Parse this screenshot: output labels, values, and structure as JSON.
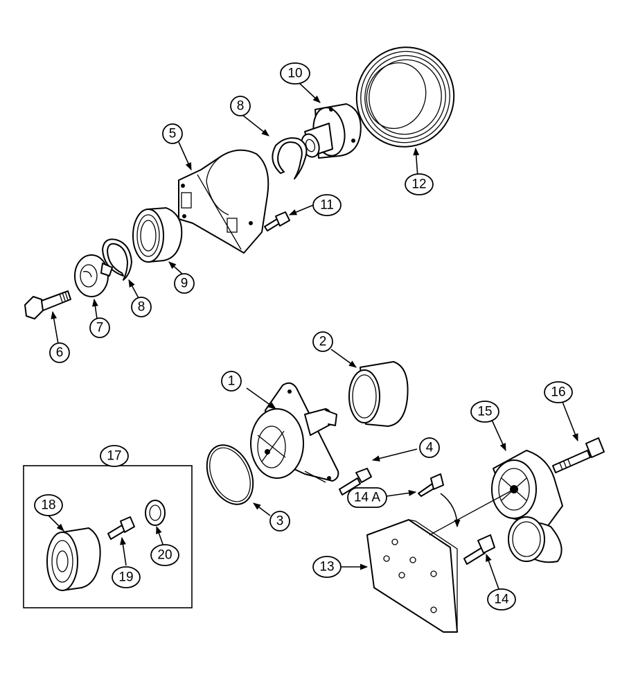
{
  "callouts": {
    "c1": "1",
    "c2": "2",
    "c3": "3",
    "c4": "4",
    "c5": "5",
    "c6": "6",
    "c7": "7",
    "c8a": "8",
    "c8b": "8",
    "c9": "9",
    "c10": "10",
    "c11": "11",
    "c12": "12",
    "c13": "13",
    "c14": "14",
    "c14a": "14 A",
    "c15": "15",
    "c16": "16",
    "c17": "17",
    "c18": "18",
    "c19": "19",
    "c20": "20"
  }
}
